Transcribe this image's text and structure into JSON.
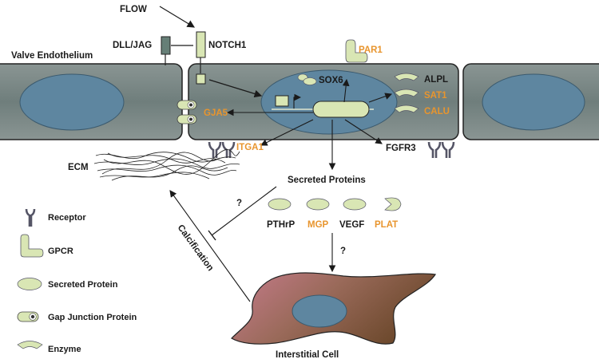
{
  "labels": {
    "flow": "FLOW",
    "dll_jag": "DLL/JAG",
    "notch1": "NOTCH1",
    "valve_endothelium": "Valve Endothelium",
    "par1": "PAR1",
    "sox6": "SOX6",
    "alpl": "ALPL",
    "sat1": "SAT1",
    "calu": "CALU",
    "gja5": "GJA5",
    "itga1": "ITGA1",
    "fgfr3": "FGFR3",
    "ecm": "ECM",
    "secreted_proteins": "Secreted Proteins",
    "question_left": "?",
    "question_right": "?",
    "pthrp": "PTHrP",
    "mgp": "MGP",
    "vegf": "VEGF",
    "plat": "PLAT",
    "calcification": "Calcification",
    "interstitial_cell": "Interstitial Cell"
  },
  "legend": [
    {
      "icon": "receptor-icon",
      "label": "Receptor"
    },
    {
      "icon": "gpcr-icon",
      "label": "GPCR"
    },
    {
      "icon": "secreted-protein-icon",
      "label": "Secreted Protein"
    },
    {
      "icon": "gap-junction-protein-icon",
      "label": "Gap Junction Protein"
    },
    {
      "icon": "enzyme-icon",
      "label": "Enzyme"
    }
  ],
  "colors": {
    "highlight_text": "#e8952e",
    "cell_fill": "#7f8d8b",
    "nucleus_fill": "#5e86a0",
    "protein_fill": "#d9e6b4",
    "receptor_green": "#667f77"
  }
}
